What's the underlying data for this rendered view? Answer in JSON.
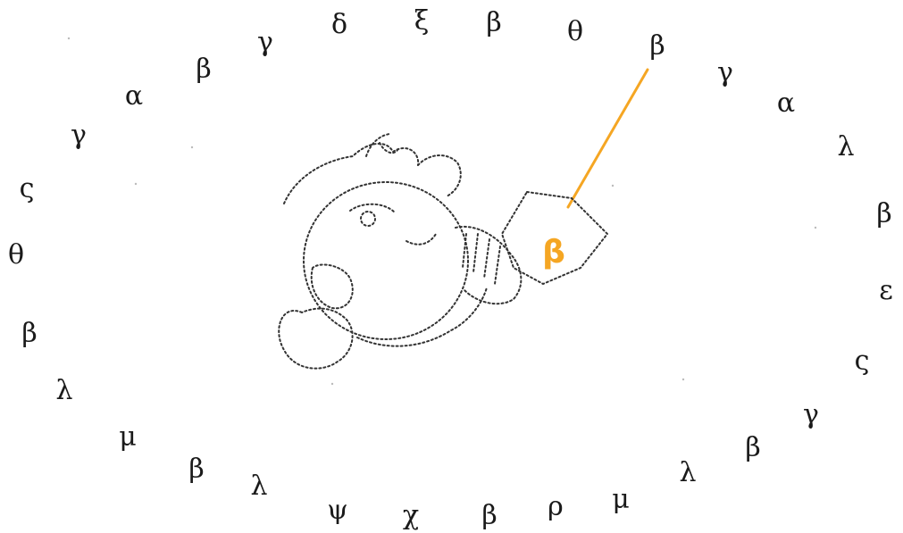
{
  "ring_glyphs": [
    "δ",
    "ξ",
    "β",
    "θ",
    "β",
    "γ",
    "α",
    "λ",
    "β",
    "ε",
    "ς",
    "γ",
    "β",
    "λ",
    "μ",
    "ρ",
    "β",
    "χ",
    "ψ",
    "λ",
    "β",
    "μ",
    "λ",
    "β",
    "θ",
    "ς",
    "γ",
    "α",
    "β",
    "γ"
  ],
  "answer": {
    "glyph": "β",
    "color": "#f5a623"
  },
  "glyph_color": "#1a1a1a",
  "sketch_color": "#333333"
}
